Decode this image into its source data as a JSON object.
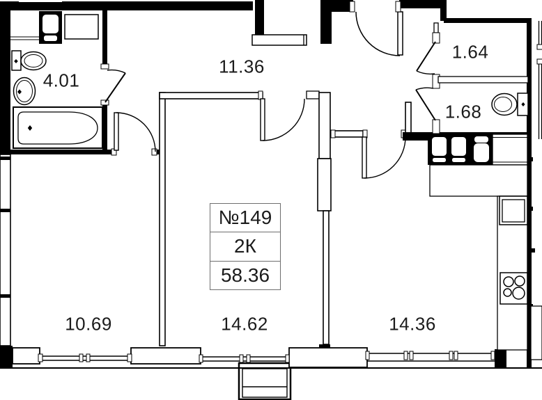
{
  "plan": {
    "info_box": {
      "unit_number": "№149",
      "unit_type": "2К",
      "total_area": "58.36"
    },
    "rooms": {
      "bathroom": {
        "label": "4.01"
      },
      "hallway": {
        "label": "11.36"
      },
      "storage": {
        "label": "1.64"
      },
      "wc": {
        "label": "1.68"
      },
      "bedroom": {
        "label": "10.69"
      },
      "living_room": {
        "label": "14.62"
      },
      "kitchen_living": {
        "label": "14.36"
      }
    },
    "colors": {
      "walls": "#000000",
      "background": "#ffffff",
      "text": "#1b1b1b"
    }
  }
}
